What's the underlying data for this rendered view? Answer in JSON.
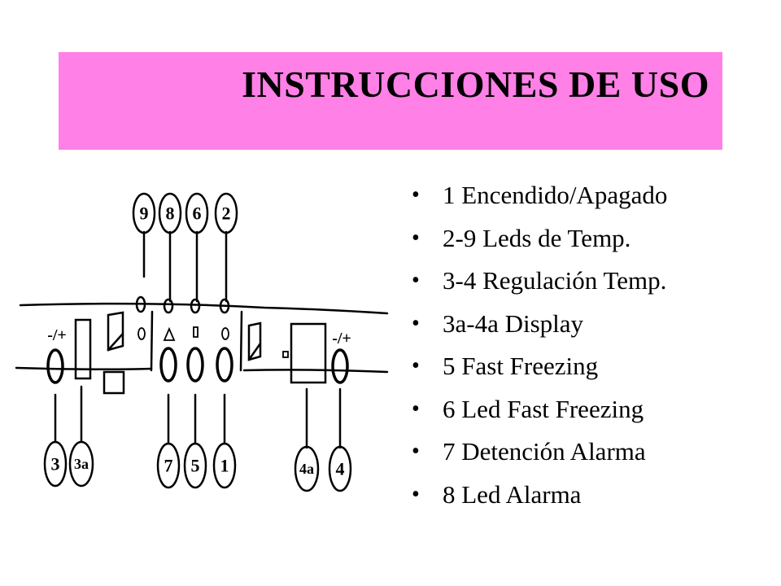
{
  "title": "INSTRUCCIONES DE USO",
  "colors": {
    "title_bar": "#ff80e6",
    "text": "#000000",
    "background": "#ffffff"
  },
  "bullets": [
    "1 Encendido/Apagado",
    "2-9 Leds de Temp.",
    "3-4 Regulación Temp.",
    "3a-4a Display",
    "5 Fast Freezing",
    "6 Led Fast Freezing",
    "7 Detención Alarma",
    "8 Led Alarma"
  ],
  "diagram": {
    "top_callouts": [
      "9",
      "8",
      "6",
      "2"
    ],
    "bottom_callouts": [
      "3",
      "3a",
      "7",
      "5",
      "1",
      "4a",
      "4"
    ],
    "minus_plus_marks": [
      "-/+",
      "-/+"
    ]
  }
}
